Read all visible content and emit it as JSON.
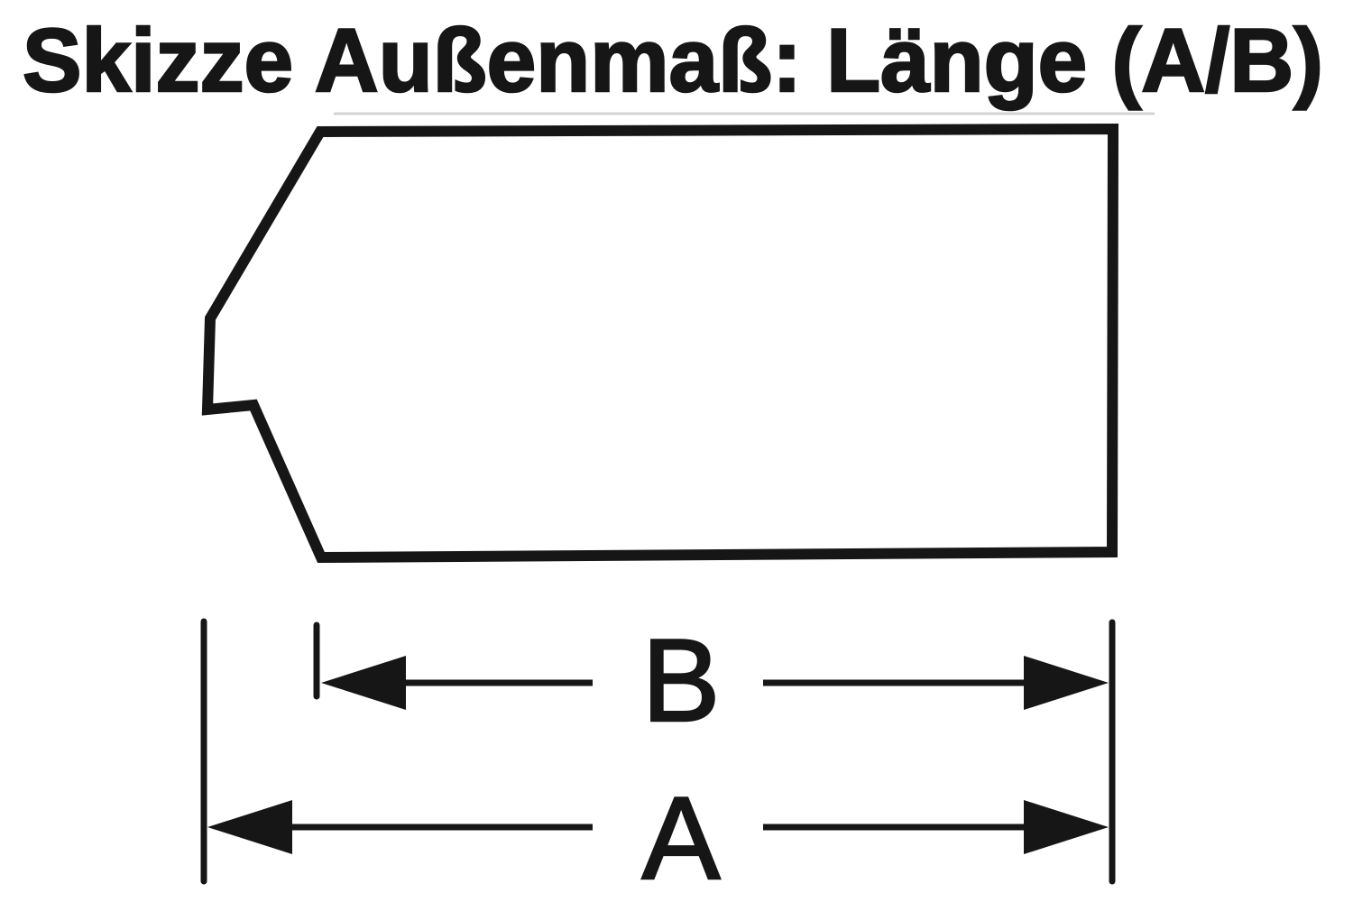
{
  "title": "Skizze Außenmaß: Länge (A/B)",
  "dimension_labels": {
    "a": "A",
    "b": "B"
  },
  "colors": {
    "ink": "#161616",
    "background": "#ffffff",
    "scan_ghost": "#d4d4d4"
  }
}
